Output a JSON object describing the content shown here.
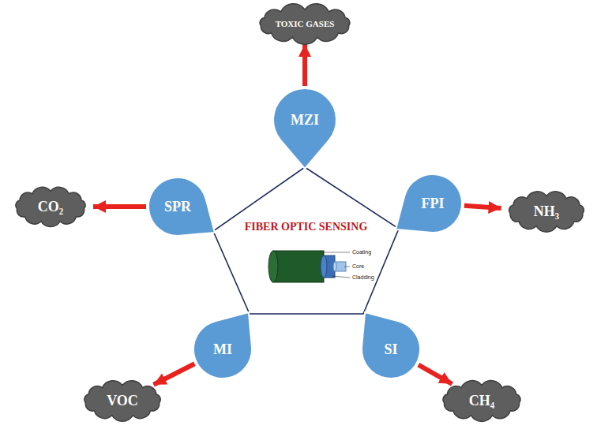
{
  "diagram": {
    "nodes": [
      {
        "text": [
          "FIBER OPTIC SENSING"
        ]
      },
      {
        "text": [
          "MZI"
        ]
      },
      {
        "text": [
          "FPI"
        ]
      },
      {
        "text": [
          "SI"
        ]
      },
      {
        "text": [
          "MI"
        ]
      },
      {
        "text": [
          "SPR"
        ]
      },
      {
        "text": [
          "TOXIC GASES"
        ]
      },
      {
        "text": [
          "NH₃"
        ]
      },
      {
        "text": [
          "CH₄"
        ]
      },
      {
        "text": [
          "VOC"
        ]
      },
      {
        "text": [
          "CO₂"
        ]
      }
    ],
    "edges": [
      {
        "from": 1,
        "to": 6,
        "arrow": "to"
      },
      {
        "from": 2,
        "to": 7,
        "arrow": "to"
      },
      {
        "from": 3,
        "to": 8,
        "arrow": "to"
      },
      {
        "from": 4,
        "to": 9,
        "arrow": "to"
      },
      {
        "from": 5,
        "to": 10,
        "arrow": "to"
      }
    ],
    "labels": [
      "Coating",
      "Core",
      "Cladding"
    ]
  }
}
